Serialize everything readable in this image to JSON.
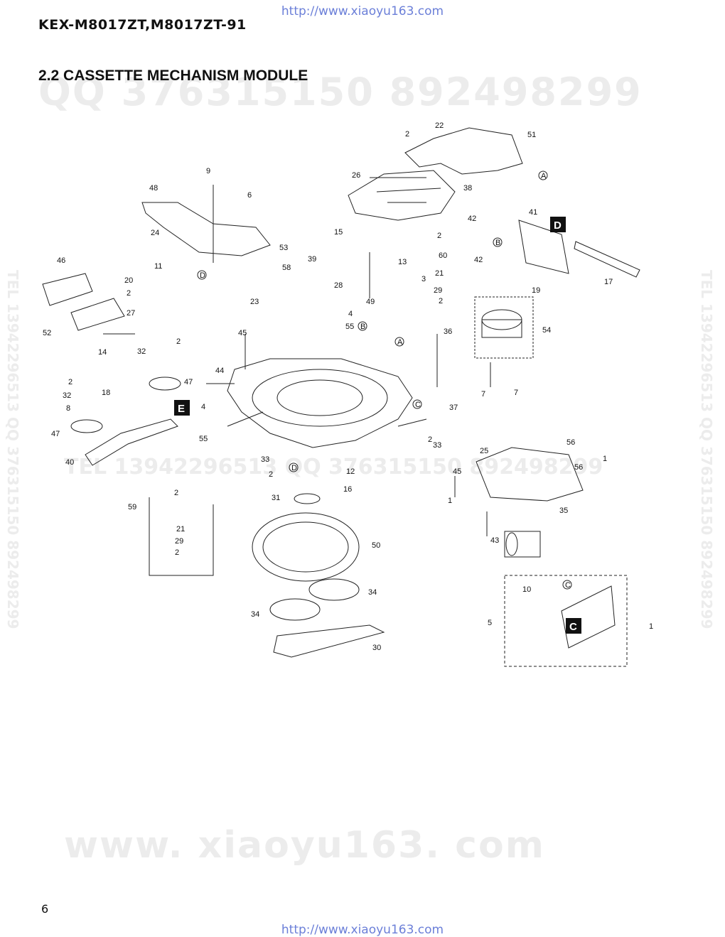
{
  "header": {
    "url_top": "http://www.xiaoyu163.com",
    "model": "KEX-M8017ZT,M8017ZT-91",
    "section_title": "2.2 CASSETTE MECHANISM MODULE"
  },
  "footer": {
    "page_number": "6",
    "url_bottom": "http://www.xiaoyu163.com"
  },
  "watermarks": {
    "qq": "QQ 376315150  892498299",
    "tel": "TEL 13942296513  QQ 376315150  892498299",
    "site": "www. xiaoyu163. com",
    "vertical": "TEL 13942296513  QQ 376315150  892498299"
  },
  "diagram": {
    "part_labels": [
      {
        "id": "p2a",
        "text": "2"
      },
      {
        "id": "p22",
        "text": "22"
      },
      {
        "id": "p51",
        "text": "51"
      },
      {
        "id": "pA1",
        "text": "A"
      },
      {
        "id": "p26",
        "text": "26"
      },
      {
        "id": "p38",
        "text": "38"
      },
      {
        "id": "p9",
        "text": "9"
      },
      {
        "id": "p48",
        "text": "48"
      },
      {
        "id": "p6",
        "text": "6"
      },
      {
        "id": "p24",
        "text": "24"
      },
      {
        "id": "p53",
        "text": "53"
      },
      {
        "id": "p11",
        "text": "11"
      },
      {
        "id": "pD1",
        "text": "D"
      },
      {
        "id": "p46",
        "text": "46"
      },
      {
        "id": "p20",
        "text": "20"
      },
      {
        "id": "p2b",
        "text": "2"
      },
      {
        "id": "p52",
        "text": "52"
      },
      {
        "id": "p27",
        "text": "27"
      },
      {
        "id": "p14",
        "text": "14"
      },
      {
        "id": "p15",
        "text": "15"
      },
      {
        "id": "p39",
        "text": "39"
      },
      {
        "id": "p58",
        "text": "58"
      },
      {
        "id": "p23",
        "text": "23"
      },
      {
        "id": "p28",
        "text": "28"
      },
      {
        "id": "p13",
        "text": "13"
      },
      {
        "id": "p3",
        "text": "3"
      },
      {
        "id": "p49",
        "text": "49"
      },
      {
        "id": "p2c",
        "text": "2"
      },
      {
        "id": "p60",
        "text": "60"
      },
      {
        "id": "p21a",
        "text": "21"
      },
      {
        "id": "p29a",
        "text": "29"
      },
      {
        "id": "p2d",
        "text": "2"
      },
      {
        "id": "p42a",
        "text": "42"
      },
      {
        "id": "p41",
        "text": "41"
      },
      {
        "id": "pB1",
        "text": "B"
      },
      {
        "id": "p42b",
        "text": "42"
      },
      {
        "id": "p17",
        "text": "17"
      },
      {
        "id": "p19",
        "text": "19"
      },
      {
        "id": "p4a",
        "text": "4"
      },
      {
        "id": "p55a",
        "text": "55"
      },
      {
        "id": "pB2",
        "text": "B"
      },
      {
        "id": "p45a",
        "text": "45"
      },
      {
        "id": "p36",
        "text": "36"
      },
      {
        "id": "p54",
        "text": "54"
      },
      {
        "id": "pA2",
        "text": "A"
      },
      {
        "id": "p2e",
        "text": "2"
      },
      {
        "id": "p32a",
        "text": "32"
      },
      {
        "id": "p47a",
        "text": "47"
      },
      {
        "id": "p44",
        "text": "44"
      },
      {
        "id": "p7a",
        "text": "7"
      },
      {
        "id": "p7b",
        "text": "7"
      },
      {
        "id": "p2f",
        "text": "2"
      },
      {
        "id": "p32b",
        "text": "32"
      },
      {
        "id": "p8",
        "text": "8"
      },
      {
        "id": "p18",
        "text": "18"
      },
      {
        "id": "p4b",
        "text": "4"
      },
      {
        "id": "pC1",
        "text": "C"
      },
      {
        "id": "p37",
        "text": "37"
      },
      {
        "id": "p47b",
        "text": "47"
      },
      {
        "id": "p55b",
        "text": "55"
      },
      {
        "id": "p2g",
        "text": "2"
      },
      {
        "id": "p33a",
        "text": "33"
      },
      {
        "id": "p40",
        "text": "40"
      },
      {
        "id": "p33b",
        "text": "33"
      },
      {
        "id": "p2h",
        "text": "2"
      },
      {
        "id": "pD2",
        "text": "D"
      },
      {
        "id": "p12",
        "text": "12"
      },
      {
        "id": "p16",
        "text": "16"
      },
      {
        "id": "p25",
        "text": "25"
      },
      {
        "id": "p56a",
        "text": "56"
      },
      {
        "id": "p1a",
        "text": "1"
      },
      {
        "id": "p56b",
        "text": "56"
      },
      {
        "id": "p45b",
        "text": "45"
      },
      {
        "id": "p1b",
        "text": "1"
      },
      {
        "id": "p2i",
        "text": "2"
      },
      {
        "id": "p59",
        "text": "59"
      },
      {
        "id": "p31",
        "text": "31"
      },
      {
        "id": "p21b",
        "text": "21"
      },
      {
        "id": "p29b",
        "text": "29"
      },
      {
        "id": "p2j",
        "text": "2"
      },
      {
        "id": "p35",
        "text": "35"
      },
      {
        "id": "p43",
        "text": "43"
      },
      {
        "id": "p50",
        "text": "50"
      },
      {
        "id": "p34a",
        "text": "34"
      },
      {
        "id": "p34b",
        "text": "34"
      },
      {
        "id": "p10",
        "text": "10"
      },
      {
        "id": "pC2",
        "text": "C"
      },
      {
        "id": "p5",
        "text": "5"
      },
      {
        "id": "p1c",
        "text": "1"
      },
      {
        "id": "p30",
        "text": "30"
      }
    ],
    "section_markers": [
      {
        "id": "D",
        "text": "D"
      },
      {
        "id": "E",
        "text": "E"
      },
      {
        "id": "C",
        "text": "C"
      }
    ]
  }
}
